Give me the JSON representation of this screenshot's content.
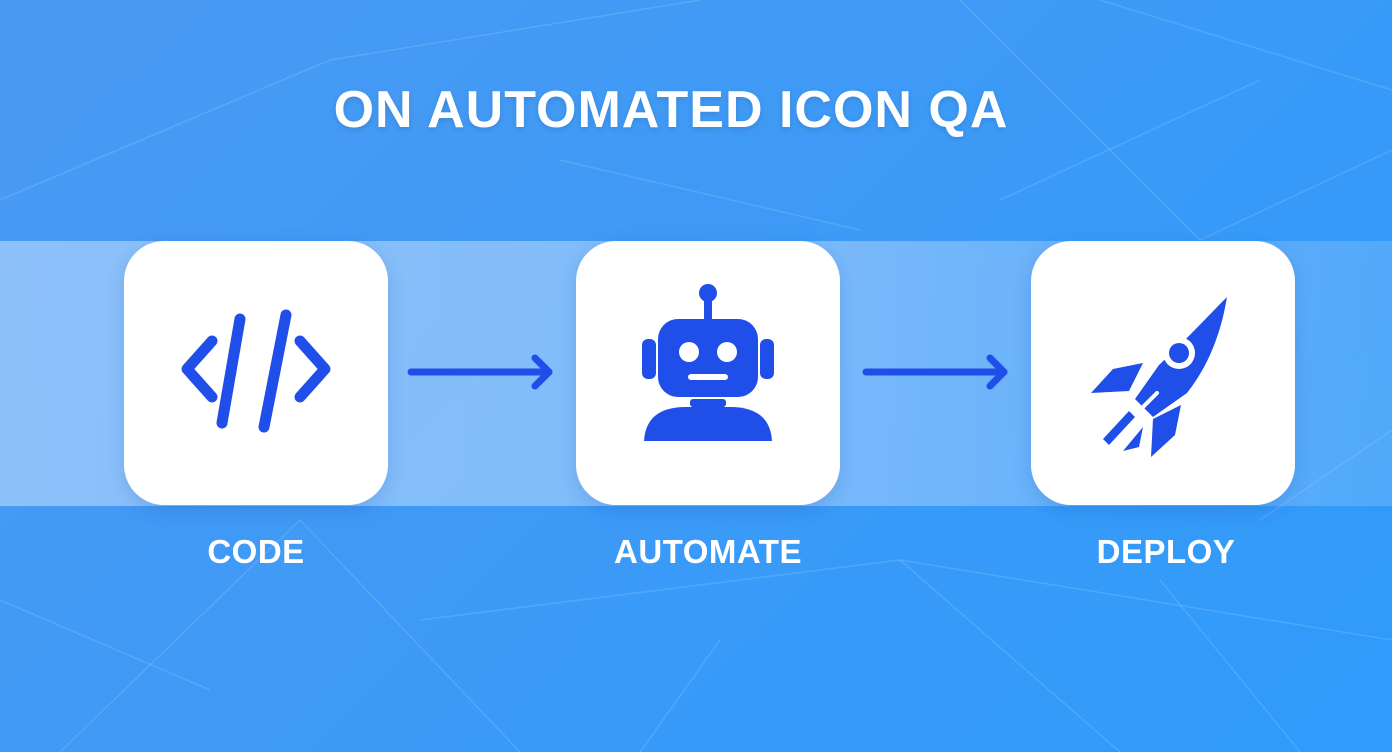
{
  "title": "ON AUTOMATED ICON QA",
  "steps": [
    {
      "label": "CODE",
      "icon": "code-icon"
    },
    {
      "label": "AUTOMATE",
      "icon": "robot-icon"
    },
    {
      "label": "DEPLOY",
      "icon": "rocket-icon"
    }
  ],
  "colors": {
    "background": "#3f9bf6",
    "icon": "#1f4ee8",
    "card": "#ffffff",
    "text": "#ffffff"
  }
}
